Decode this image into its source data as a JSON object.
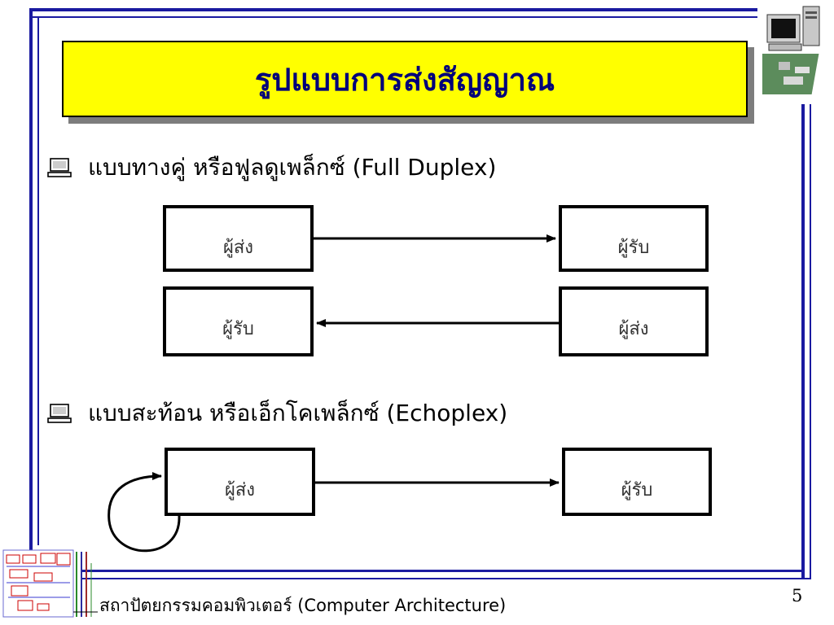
{
  "slide": {
    "title": "รูปแบบการส่งสัญญาณ",
    "bullets": [
      {
        "text": "แบบทางคู่ หรือฟูลดูเพล็กซ์ (Full Duplex)",
        "icon": "computer-icon"
      },
      {
        "text": "แบบสะท้อน หรือเอ็กโคเพล็กซ์ (Echoplex)",
        "icon": "computer-icon"
      }
    ],
    "full_duplex": {
      "row1": {
        "left": "ผู้ส่ง",
        "right": "ผู้รับ"
      },
      "row2": {
        "left": "ผู้รับ",
        "right": "ผู้ส่ง"
      }
    },
    "echoplex": {
      "left": "ผู้ส่ง",
      "right": "ผู้รับ"
    },
    "footer": "สถาปัตยกรรมคอมพิวเตอร์ (Computer Architecture)",
    "page_number": "5"
  },
  "colors": {
    "frame": "#1a1aa0",
    "title_bg": "#ffff00",
    "title_text": "#00007a"
  }
}
